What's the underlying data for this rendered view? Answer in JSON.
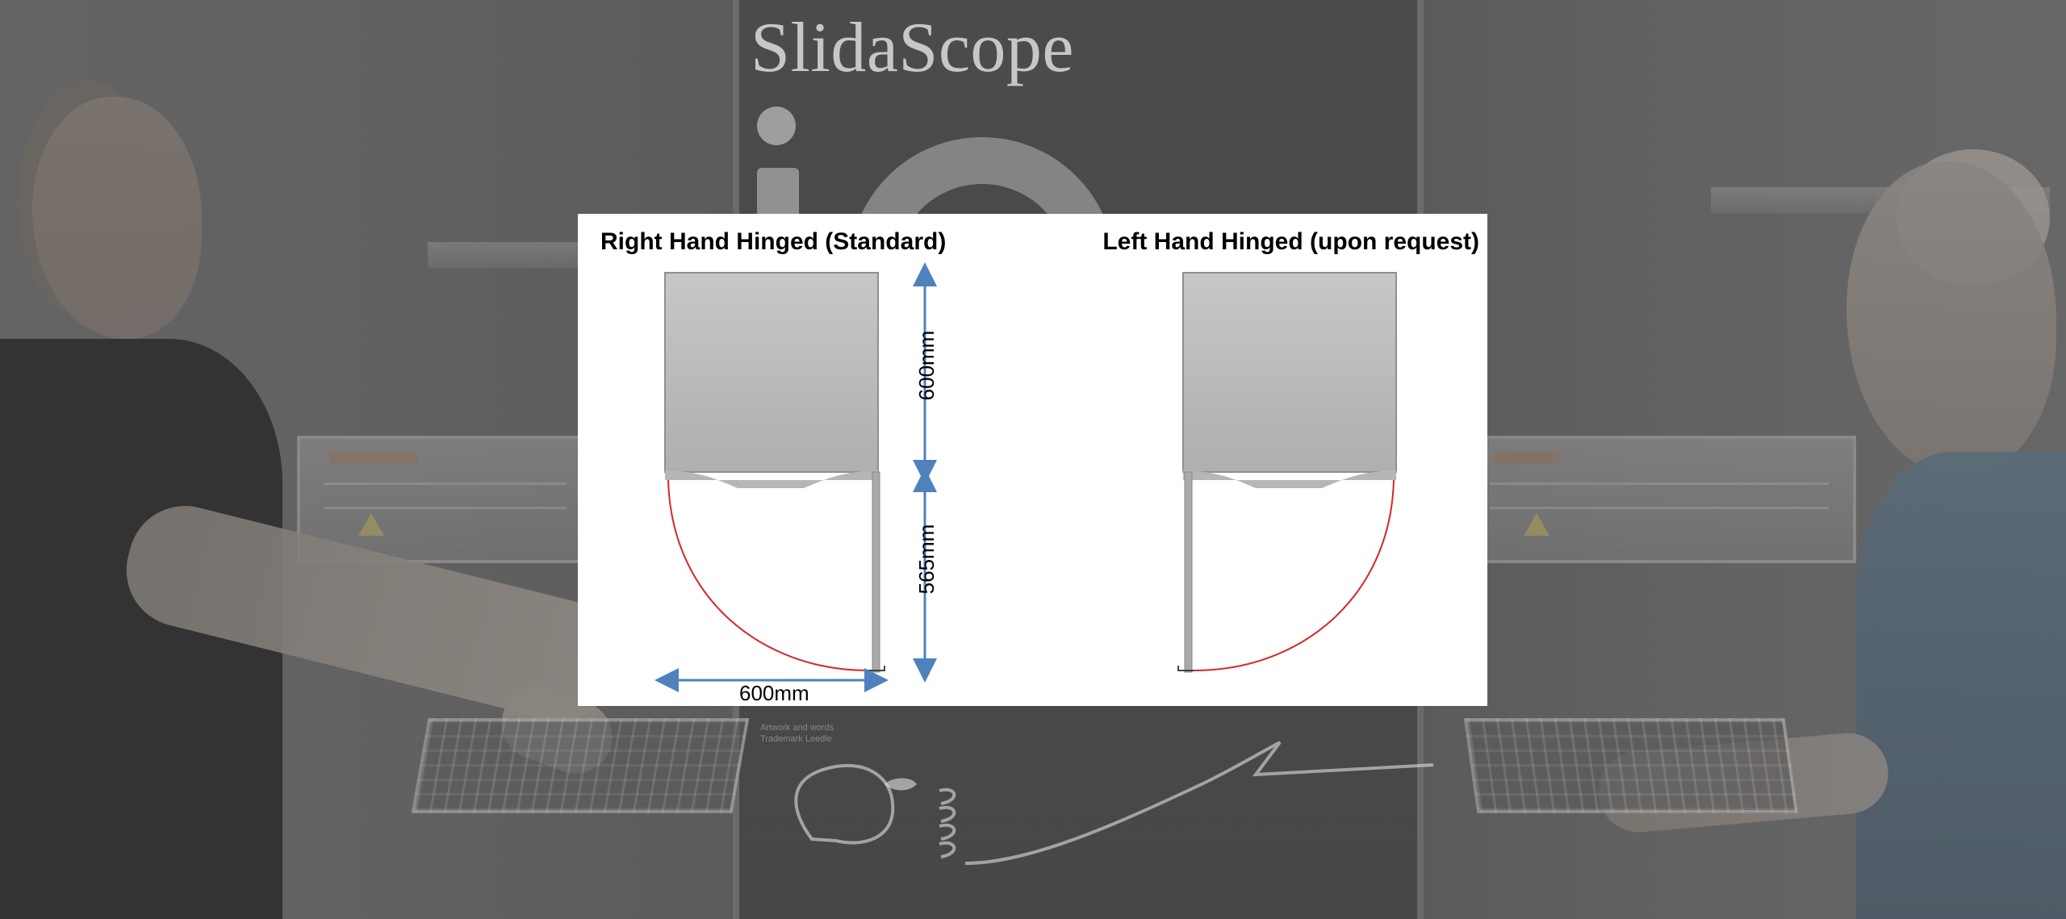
{
  "background": {
    "brand_text": "SlidaScope",
    "caption_lines": [
      "Artwork and words",
      "Trademark Leedle"
    ],
    "colors": {
      "overlay": "#595959",
      "panel": "#474747",
      "card": "#ffffff",
      "blue": "#4f81bd",
      "red": "#d62828",
      "door": "#b7b7b7"
    }
  },
  "diagram": {
    "left_title": "Right Hand Hinged (Standard)",
    "right_title": "Left Hand Hinged (upon request)",
    "dimensions": {
      "upper": "600mm",
      "lower": "565mm",
      "width": "600mm"
    }
  }
}
